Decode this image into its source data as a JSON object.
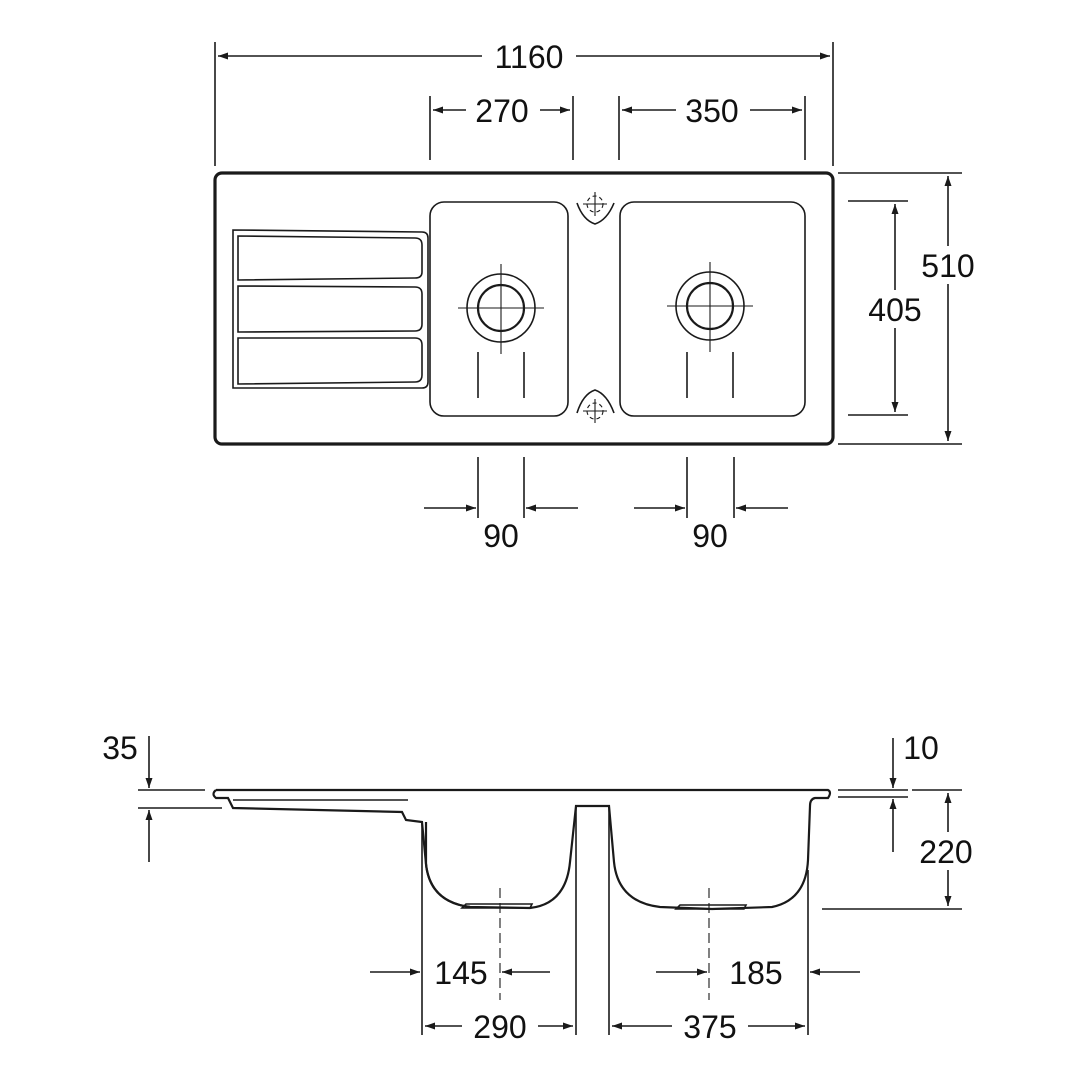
{
  "top_view": {
    "overall_width": "1160",
    "bowl_left_width": "270",
    "bowl_right_width": "350",
    "overall_depth": "510",
    "bowl_depth": "405",
    "drain_offset_left": "90",
    "drain_offset_right": "90"
  },
  "section_view": {
    "rim_height": "35",
    "rim_lip": "10",
    "bowl_depth": "220",
    "drain_pos_left": "145",
    "drain_pos_right": "185",
    "bowl_left_width": "290",
    "bowl_right_width": "375"
  }
}
